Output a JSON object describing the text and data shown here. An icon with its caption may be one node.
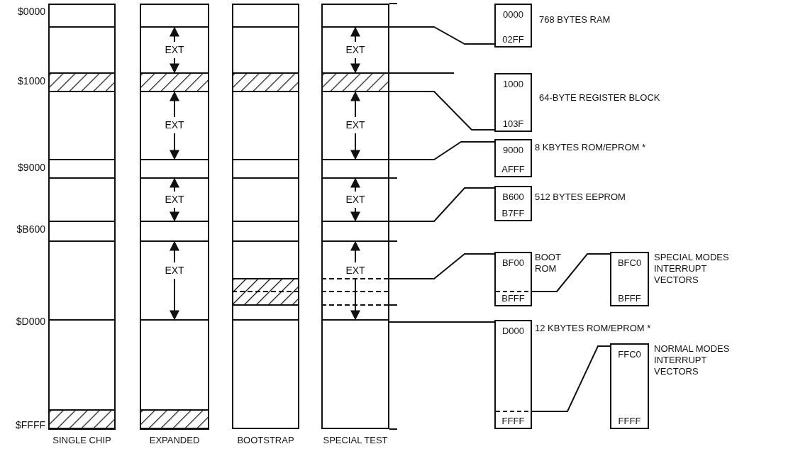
{
  "diagram": {
    "nodes": [
      {
        "text": [
          "SINGLE CHIP"
        ]
      },
      {
        "text": [
          "EXPANDED"
        ]
      },
      {
        "text": [
          "BOOTSTRAP"
        ]
      },
      {
        "text": [
          "SPECIAL TEST"
        ]
      },
      {
        "text": [
          "0000",
          "02FF"
        ],
        "beside": [
          "768 BYTES RAM"
        ]
      },
      {
        "text": [
          "1000",
          "103F"
        ],
        "beside": [
          "64-BYTE REGISTER BLOCK"
        ]
      },
      {
        "text": [
          "9000",
          "AFFF"
        ],
        "beside": [
          "8 KBYTES ROM/EPROM *"
        ]
      },
      {
        "text": [
          "B600",
          "B7FF"
        ],
        "beside": [
          "512 BYTES EEPROM"
        ]
      },
      {
        "text": [
          "BF00",
          "BFFF"
        ],
        "beside": [
          "BOOT ROM"
        ]
      },
      {
        "text": [
          "BFC0",
          "BFFF"
        ],
        "beside": [
          "SPECIAL MODES INTERRUPT VECTORS"
        ]
      },
      {
        "text": [
          "D000",
          "FFFF"
        ],
        "beside": [
          "12 KBYTES ROM/EPROM *"
        ]
      },
      {
        "text": [
          "FFC0",
          "FFFF"
        ],
        "beside": [
          "NORMAL MODES INTERRUPT VECTORS"
        ]
      }
    ],
    "edges": [
      {
        "from": 3,
        "to": 4,
        "arrow": "none"
      },
      {
        "from": 3,
        "to": 5,
        "arrow": "none"
      },
      {
        "from": 3,
        "to": 6,
        "arrow": "none"
      },
      {
        "from": 3,
        "to": 7,
        "arrow": "none"
      },
      {
        "from": 3,
        "to": 8,
        "arrow": "none"
      },
      {
        "from": 8,
        "to": 9,
        "arrow": "none"
      },
      {
        "from": 3,
        "to": 10,
        "arrow": "none"
      },
      {
        "from": 10,
        "to": 11,
        "arrow": "none"
      }
    ],
    "labels": [
      "$0000",
      "EXT",
      "EXT",
      "$1000",
      "EXT",
      "EXT",
      "$9000",
      "EXT",
      "EXT",
      "$B600",
      "EXT",
      "EXT",
      "$D000",
      "$FFFF"
    ]
  }
}
